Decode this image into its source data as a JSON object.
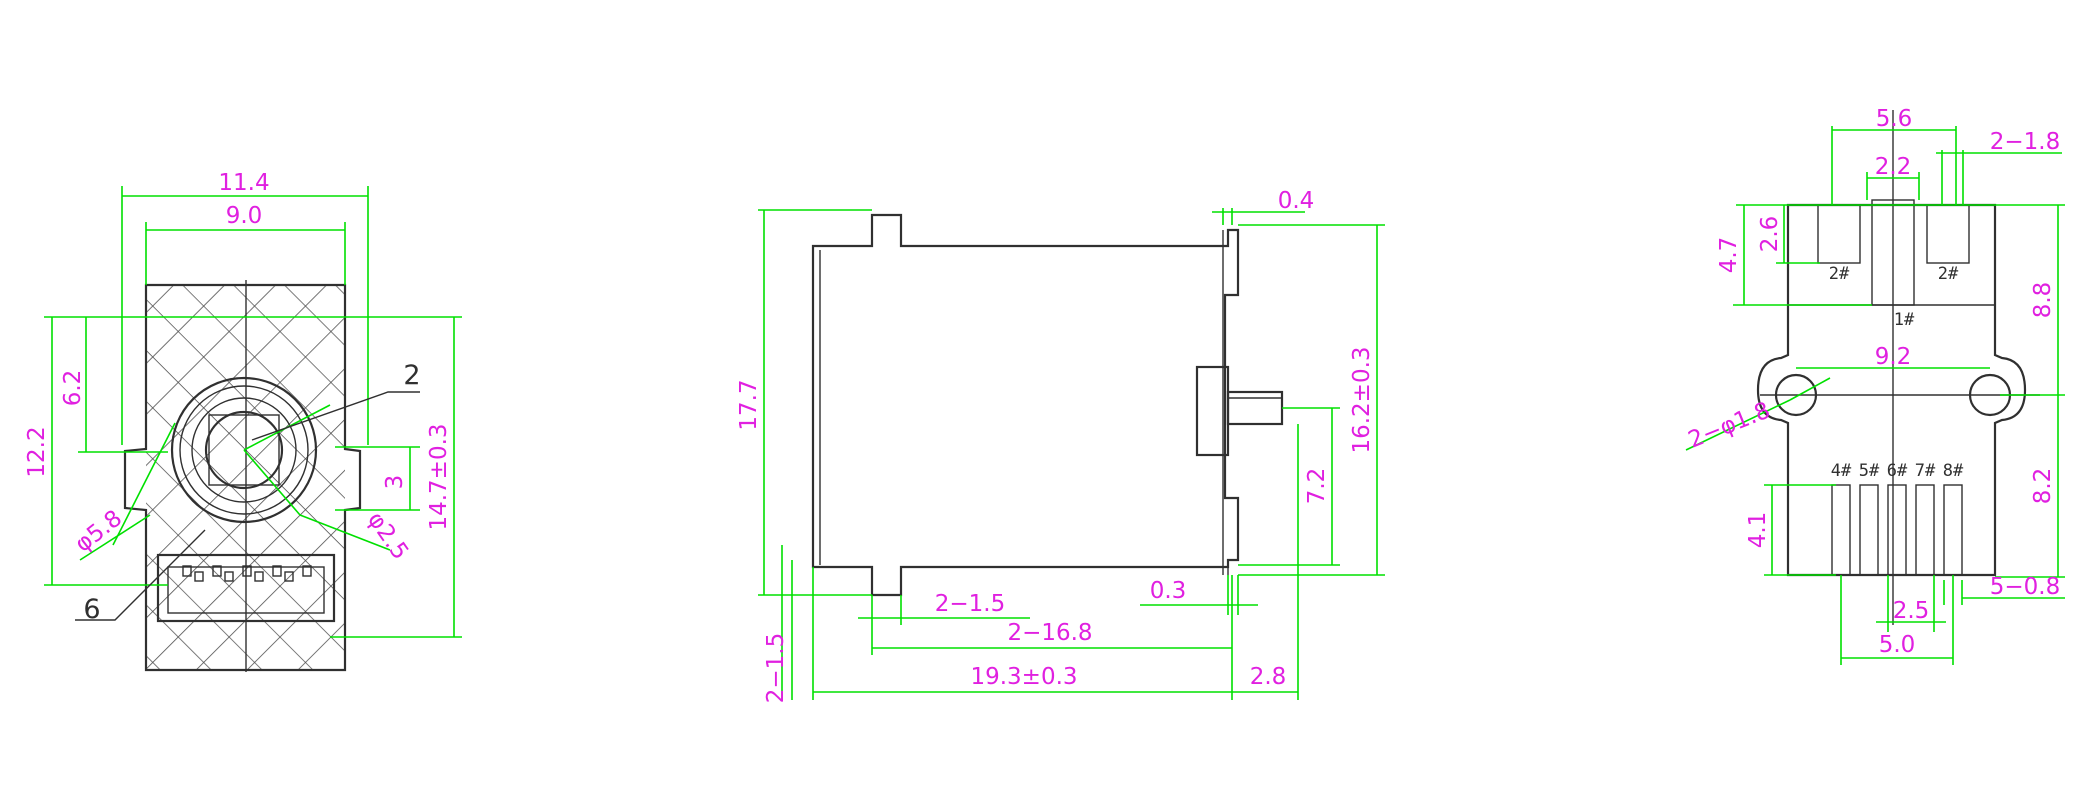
{
  "front_view": {
    "dims": {
      "w_outer": "11.4",
      "w_inner": "9.0",
      "h_12_2": "12.2",
      "h_6_2": "6.2",
      "h_3": "3",
      "h_14_7": "14.7±0.3",
      "dia_5_8": "φ5.8",
      "dia_2_5": "φ2.5"
    },
    "callouts": {
      "c2": "2",
      "c6": "6"
    }
  },
  "side_view": {
    "dims": {
      "d_0_4": "0.4",
      "d_17_7": "17.7",
      "d_16_2": "16.2±0.3",
      "d_7_2": "7.2",
      "d_2_1_5a": "2−1.5",
      "d_0_3": "0.3",
      "d_2_16_8": "2−16.8",
      "d_19_3": "19.3±0.3",
      "d_2_8": "2.8",
      "d_2_1_5b": "2−1.5"
    }
  },
  "footprint_view": {
    "dims": {
      "d_5_6": "5.6",
      "d_2_1_8": "2−1.8",
      "d_2_2": "2.2",
      "d_4_7": "4.7",
      "d_2_6": "2.6",
      "d_8_8": "8.8",
      "d_9_2": "9.2",
      "d_2_phi": "2−φ1.8",
      "d_8_2": "8.2",
      "d_4_1": "4.1",
      "d_5_0_8": "5−0.8",
      "d_2_5": "2.5",
      "d_5_0": "5.0"
    },
    "pins": {
      "p2a": "2#",
      "p2b": "2#",
      "p1": "1#",
      "p4": "4#",
      "p5": "5#",
      "p6": "6#",
      "p7": "7#",
      "p8": "8#"
    }
  },
  "colors": {
    "outline": "#303030",
    "dimension_line": "#00e000",
    "dimension_text": "#e020e0"
  }
}
